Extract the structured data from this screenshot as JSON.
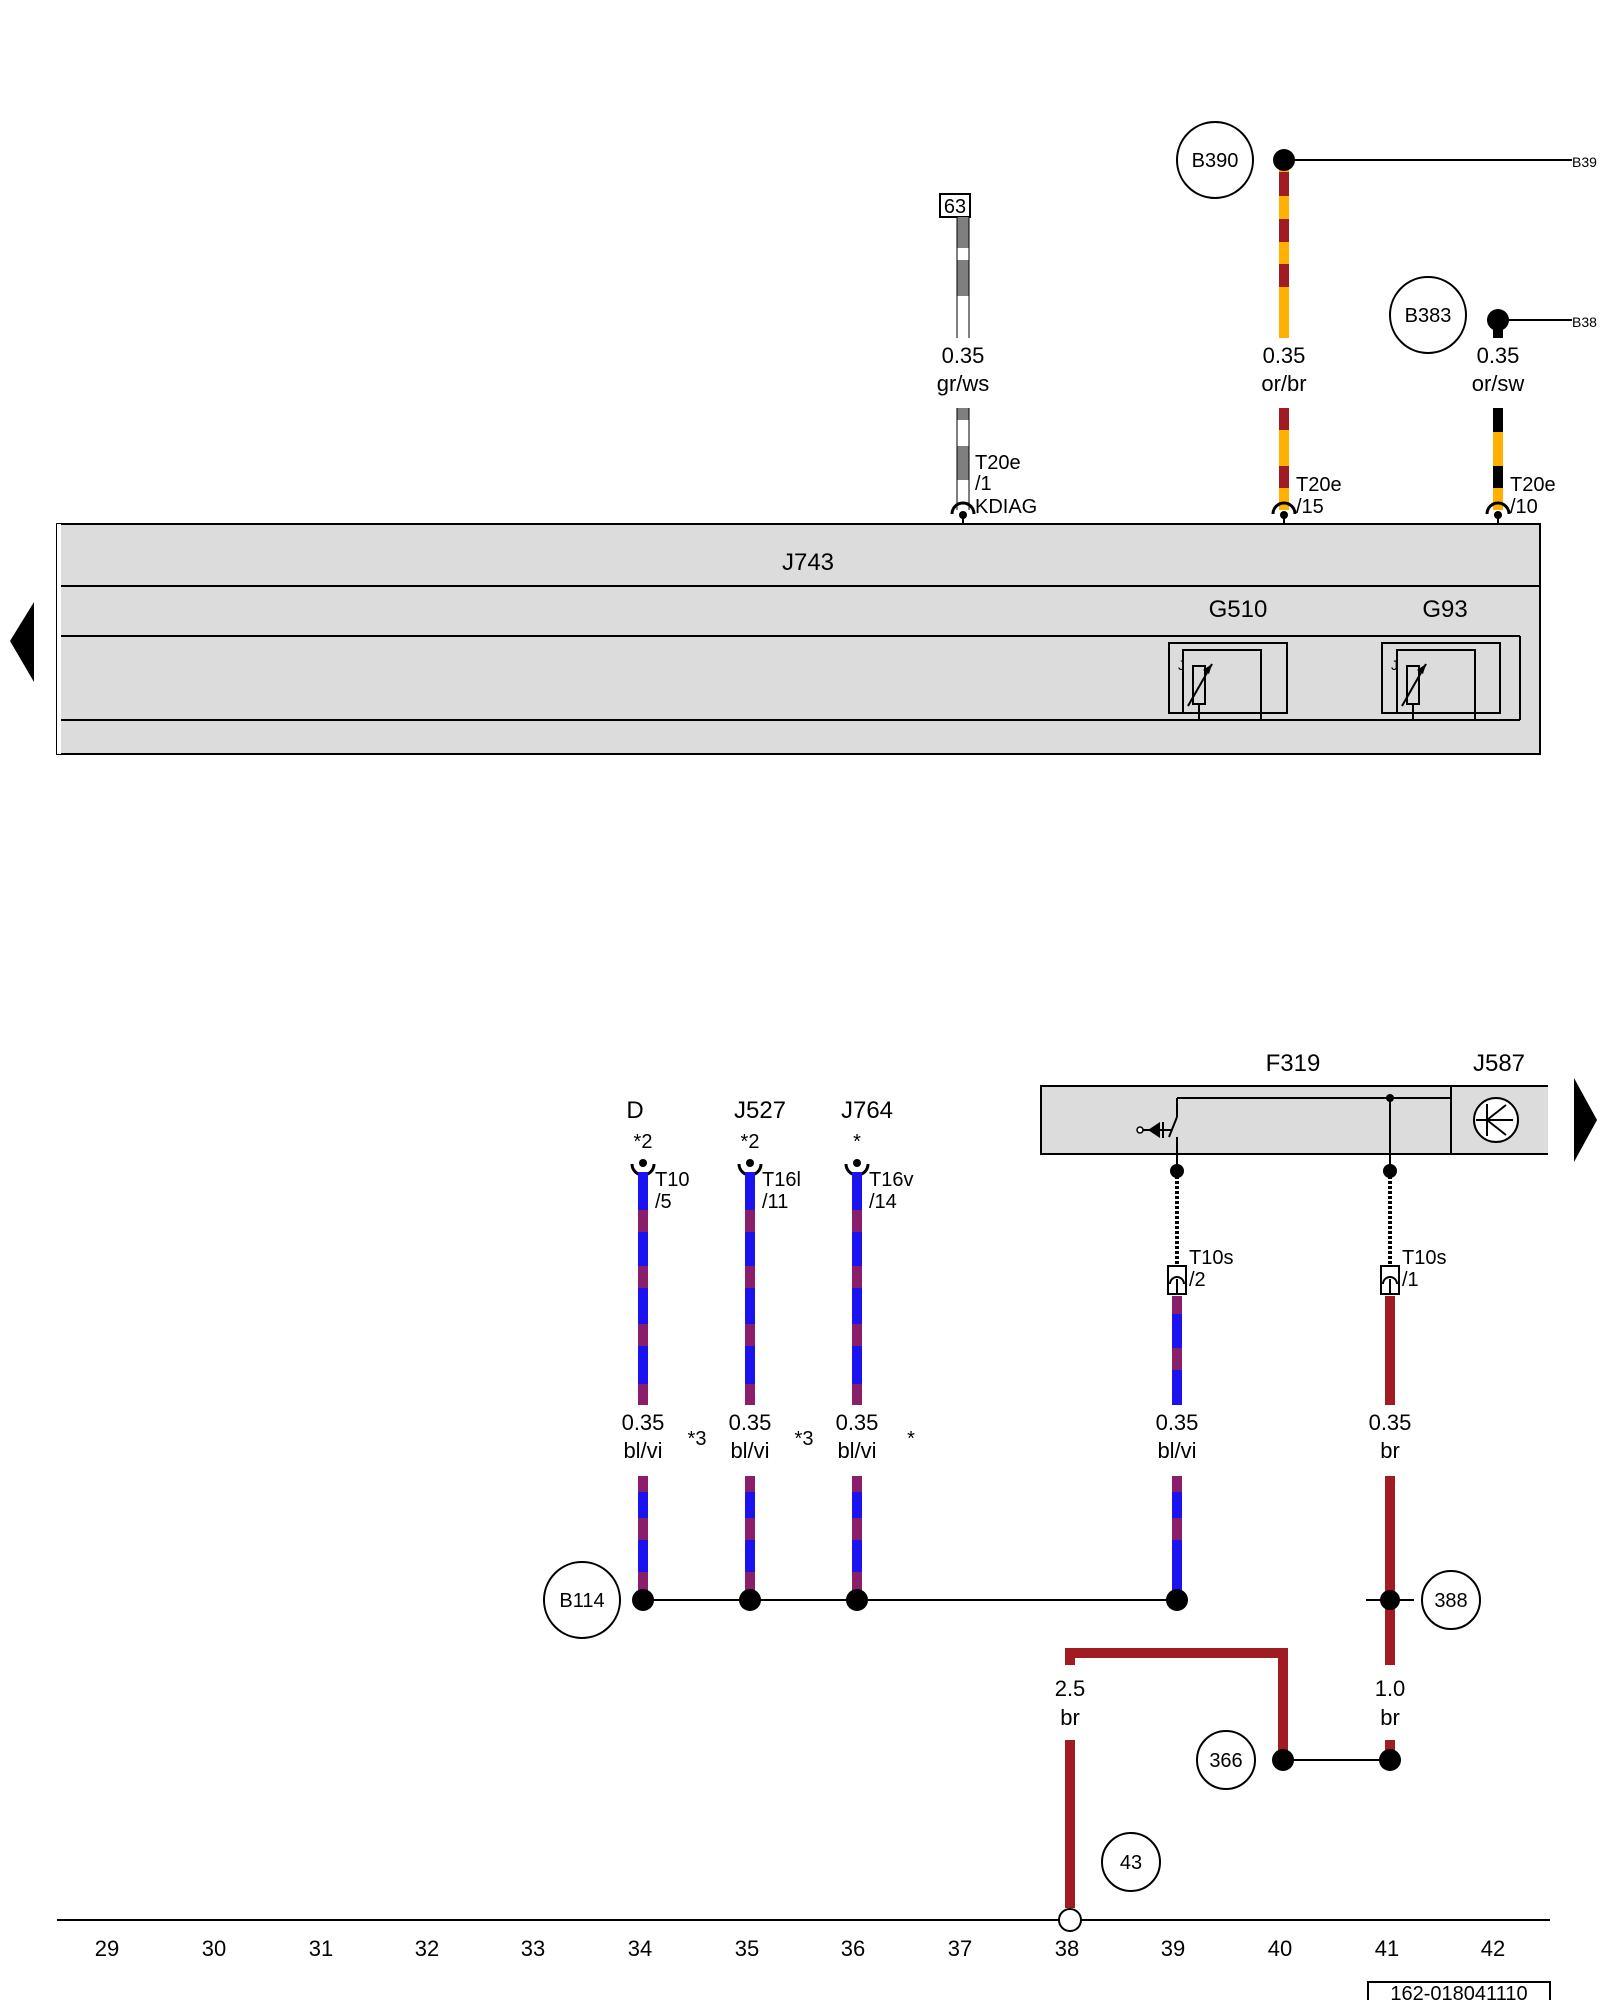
{
  "colors": {
    "grey": "#7f7f7f",
    "orange": "#ffb000",
    "brown": "#a01c22",
    "blue": "#1b12f0",
    "violet": "#8b1e6b",
    "black": "#000000",
    "panel_fill": "#dcdcdc"
  },
  "top": {
    "wire_63": {
      "tag": "63",
      "size": "0.35",
      "color": "gr/ws",
      "connector": "T20e",
      "pin": "/1",
      "pin_name": "KDIAG"
    },
    "wire_b390": {
      "node": "B390",
      "ref_label": "B39",
      "size": "0.35",
      "color": "or/br",
      "connector": "T20e",
      "pin": "/15"
    },
    "wire_b383": {
      "node": "B383",
      "ref_label": "B38",
      "size": "0.35",
      "color": "or/sw",
      "connector": "T20e",
      "pin": "/10"
    },
    "module": {
      "name": "J743",
      "sensor_1": "G510",
      "sensor_2": "G93",
      "sensor_mark": "J"
    }
  },
  "bottom": {
    "wire_d": {
      "component": "D",
      "star": "*2",
      "connector": "T10",
      "pin": "/5",
      "size": "0.35",
      "color": "bl/vi",
      "note": "*3"
    },
    "wire_j527": {
      "component": "J527",
      "star": "*2",
      "connector": "T16l",
      "pin": "/11",
      "size": "0.35",
      "color": "bl/vi",
      "note": "*3"
    },
    "wire_j764": {
      "component": "J764",
      "star": "*",
      "connector": "T16v",
      "pin": "/14",
      "size": "0.35",
      "color": "bl/vi",
      "note": "*"
    },
    "wire_f319": {
      "component": "F319",
      "connector": "T10s",
      "pin": "/2",
      "size": "0.35",
      "color": "bl/vi"
    },
    "wire_j587": {
      "component": "J587",
      "connector": "T10s",
      "pin": "/1",
      "size": "0.35",
      "color": "br"
    },
    "splice_b114": "B114",
    "node_388": "388",
    "node_366": "366",
    "node_43": "43",
    "ground_wire": {
      "size": "2.5",
      "color": "br"
    },
    "wire_1_0": {
      "size": "1.0",
      "color": "br"
    }
  },
  "track_numbers": [
    "29",
    "30",
    "31",
    "32",
    "33",
    "34",
    "35",
    "36",
    "37",
    "38",
    "39",
    "40",
    "41",
    "42"
  ],
  "doc_id": "162-018041110"
}
